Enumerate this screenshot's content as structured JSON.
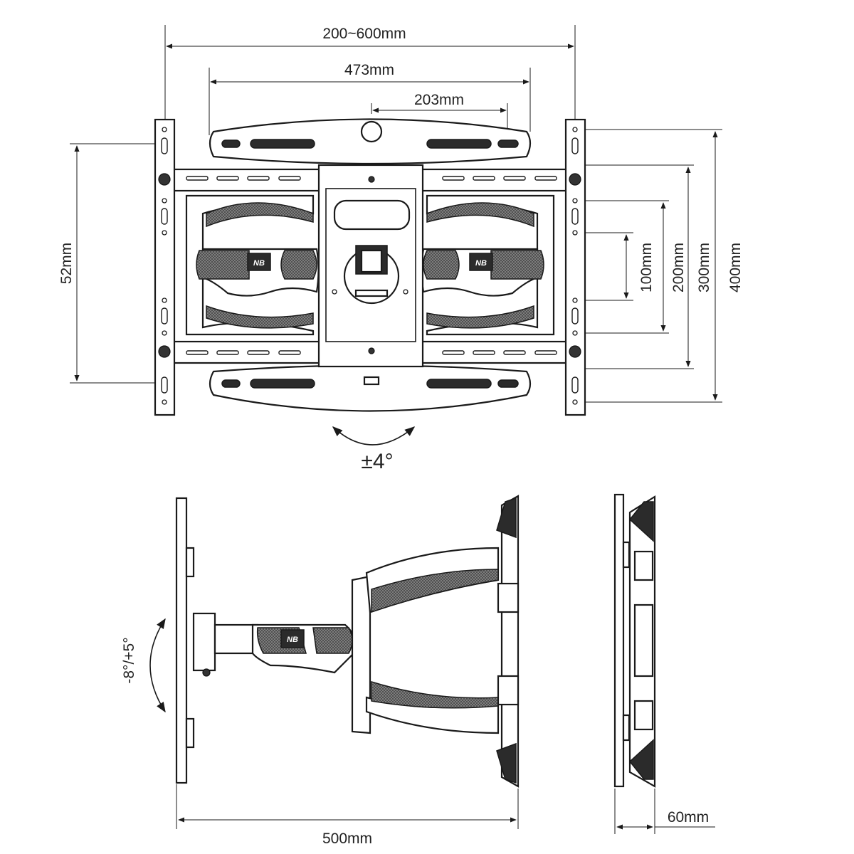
{
  "labels": {
    "width_range": "200~600mm",
    "arm_span": "473mm",
    "center_span": "203mm",
    "wall_height": "52mm",
    "vesa_100": "100mm",
    "vesa_200": "200mm",
    "vesa_300": "300mm",
    "vesa_400": "400mm",
    "swivel": "±4°",
    "tilt": "-8°/+5°",
    "extension": "500mm",
    "profile": "60mm"
  },
  "logo": "NB"
}
